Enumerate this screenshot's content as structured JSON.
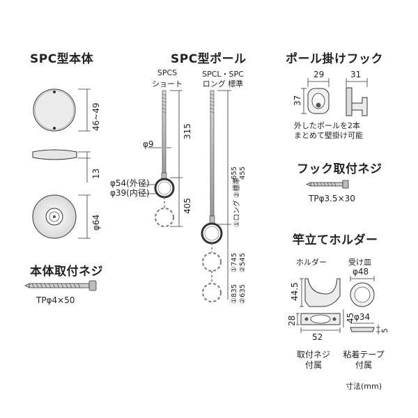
{
  "sections": {
    "body": {
      "title": "SPC型本体",
      "dim_height_range": "46~49",
      "dim_thickness": "13",
      "dim_diameter": "φ64",
      "screw_title": "本体取付ネジ",
      "screw_spec": "TPφ4×50"
    },
    "pole": {
      "title": "SPC型ポール",
      "short_label_line1": "SPCS",
      "short_label_line2": "ショート",
      "long_label_line1": "SPCL・SPC",
      "long_label_line2": "ロング 標準",
      "dim_short_length": "315",
      "dim_shaft_dia": "φ9",
      "dim_ring_outer": "φ54(外径)",
      "dim_ring_inner": "φ39(内径)",
      "dim_short_ext": "405",
      "dim_long_1": "655",
      "dim_long_2": "455",
      "dim_long_label": "①ロング ②標準",
      "dim_mid_1": "①745",
      "dim_mid_2": "②545",
      "dim_bot_1": "①835",
      "dim_bot_2": "②635"
    },
    "hook": {
      "title": "ポール掛けフック",
      "dim_width": "29",
      "dim_depth": "31",
      "dim_height": "37",
      "note_line1": "外したポールを2本",
      "note_line2": "まとめて壁掛け可能",
      "screw_title": "フック取付ネジ",
      "screw_spec": "TPφ3.5×30"
    },
    "holder": {
      "title": "竿立てホルダー",
      "holder_label": "ホルダー",
      "dish_label": "受け皿",
      "dim_holder_h": "44.5",
      "dim_dish_dia": "φ48",
      "dim_base_h": "28",
      "dim_base_w": "52",
      "dim_base_d": "45",
      "dim_dish_inner": "φ34",
      "dim_dish_t": "5",
      "note_screw_line1": "取付ネジ",
      "note_screw_line2": "付属",
      "note_tape_line1": "粘着テープ",
      "note_tape_line2": "付属"
    }
  },
  "unit_note": "寸法(mm)"
}
